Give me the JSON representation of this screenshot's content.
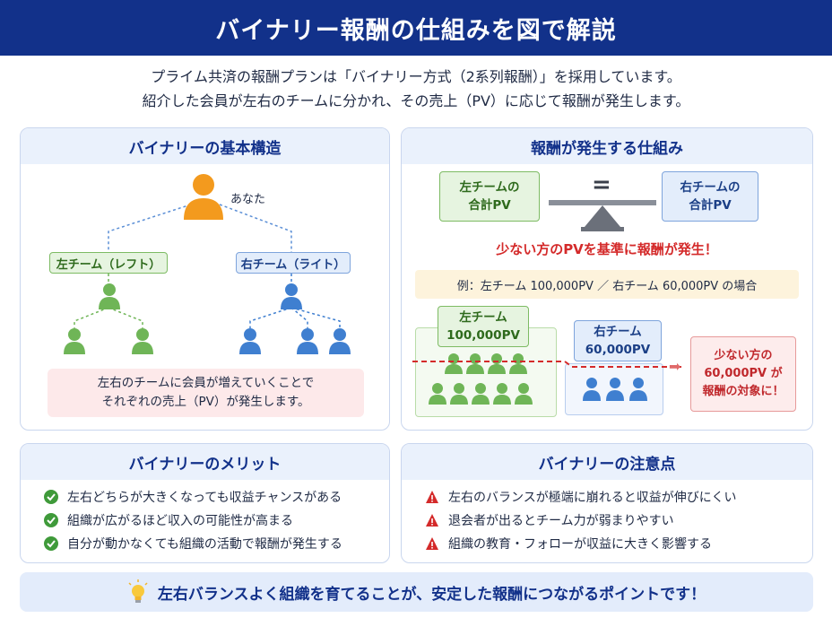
{
  "header": {
    "title": "バイナリー報酬の仕組みを図で解説"
  },
  "intro": {
    "line1": "プライム共済の報酬プランは「バイナリー方式（2系列報酬）」を採用しています。",
    "line2": "紹介した会員が左右のチームに分かれ、その売上（PV）に応じて報酬が発生します。"
  },
  "basic": {
    "title": "バイナリーの基本構造",
    "you_label": "あなた",
    "left_team": "左チーム（レフト）",
    "right_team": "右チーム（ライト）",
    "note_line1": "左右のチームに会員が増えていくことで",
    "note_line2": "それぞれの売上（PV）が発生します。"
  },
  "mechanism": {
    "title": "報酬が発生する仕組み",
    "left_total_line1": "左チームの",
    "left_total_line2": "合計PV",
    "right_total_line1": "右チームの",
    "right_total_line2": "合計PV",
    "equals": "=",
    "rule": "少ない方のPVを基準に報酬が発生！",
    "example": "例：左チーム 100,000PV ／ 右チーム 60,000PV の場合",
    "left_example_line1": "左チーム",
    "left_example_line2": "100,000PV",
    "right_example_line1": "右チーム",
    "right_example_line2": "60,000PV",
    "result_line1": "少ない方の",
    "result_line2": "60,000PV が",
    "result_line3": "報酬の対象に！",
    "arrow": "➡"
  },
  "merit": {
    "title": "バイナリーのメリット",
    "items": [
      "左右どちらが大きくなっても収益チャンスがある",
      "組織が広がるほど収入の可能性が高まる",
      "自分が動かなくても組織の活動で報酬が発生する"
    ]
  },
  "caution": {
    "title": "バイナリーの注意点",
    "items": [
      "左右のバランスが極端に崩れると収益が伸びにくい",
      "退会者が出るとチーム力が弱まりやすい",
      "組織の教育・フォローが収益に大きく影響する"
    ]
  },
  "bottom": {
    "message": "左右バランスよく組織を育てることが、安定した報酬につながるポイントです！"
  },
  "icons": {
    "person": "person-icon",
    "check": "check-circle-icon",
    "warning": "warning-triangle-icon",
    "bulb": "lightbulb-icon",
    "scale": "balance-scale-icon"
  },
  "colors": {
    "navy": "#12318a",
    "orange": "#f39a1e",
    "green": "#6fb557",
    "blue": "#3f7fd0",
    "red": "#d42a2a"
  }
}
